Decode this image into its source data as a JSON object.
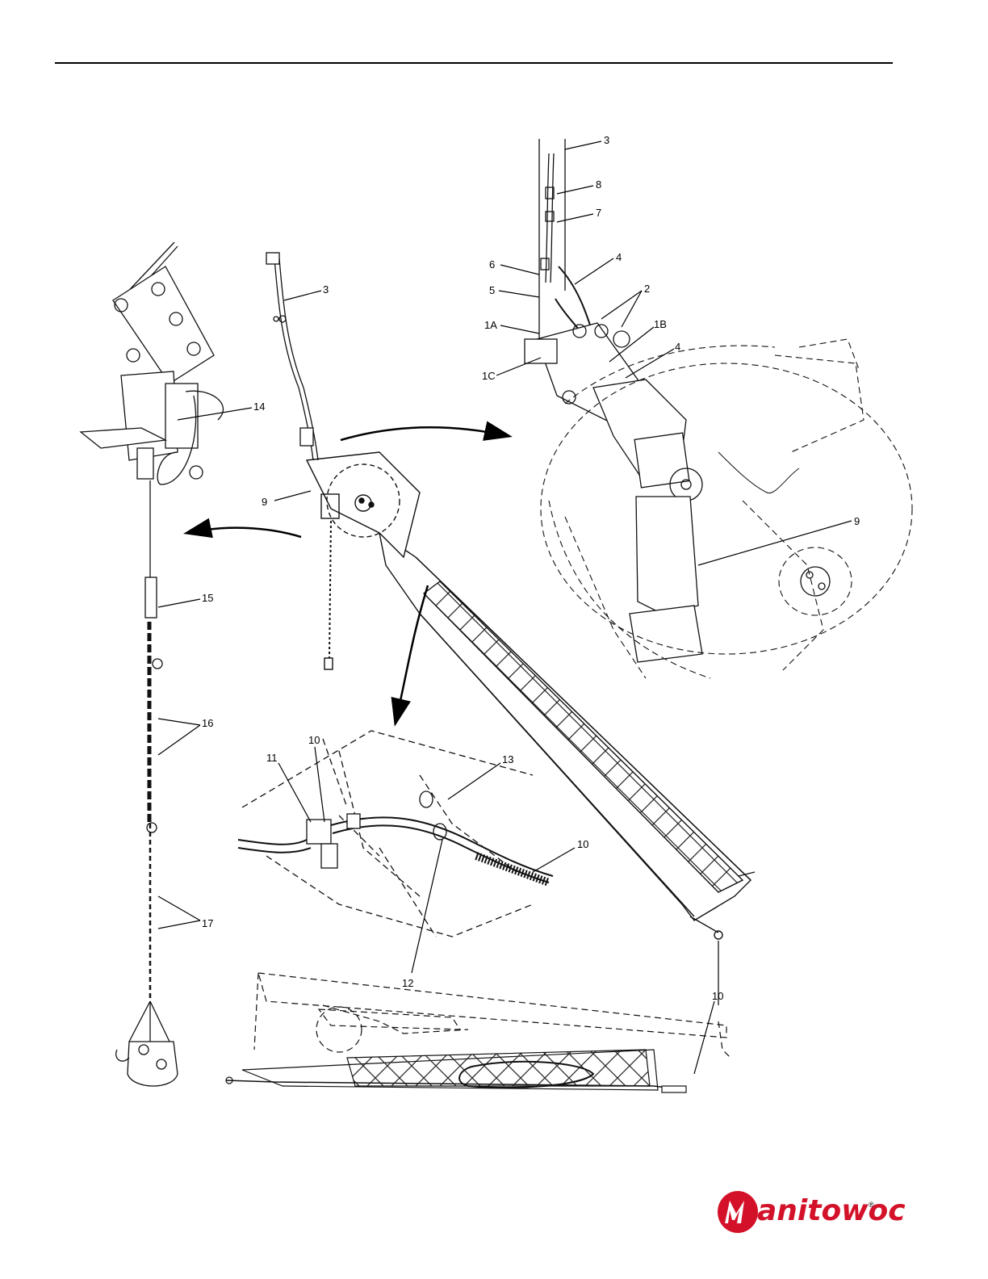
{
  "callouts": [
    "3",
    "8",
    "7",
    "6",
    "4",
    "5",
    "2",
    "1A",
    "1B",
    "4",
    "1C",
    "3",
    "14",
    "9",
    "9",
    "15",
    "16",
    "10",
    "11",
    "13",
    "10",
    "17",
    "12",
    "10"
  ],
  "brand": {
    "name": "Manitowoc",
    "logo_text": "anitowoc",
    "registered": "®",
    "color": "#d3122a"
  }
}
